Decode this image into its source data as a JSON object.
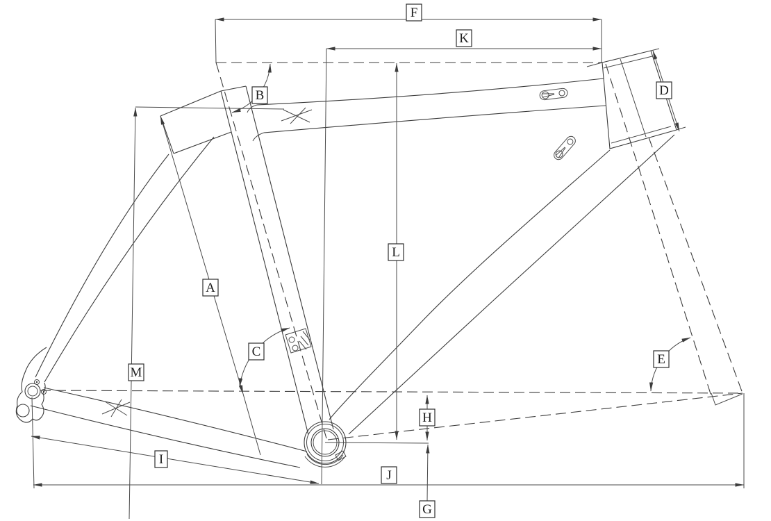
{
  "diagram": {
    "type": "bicycle-frame-geometry-diagram",
    "background_color": "#ffffff",
    "line_color": "#3c3c3c"
  },
  "labels": [
    {
      "id": "A",
      "text": "A"
    },
    {
      "id": "B",
      "text": "B"
    },
    {
      "id": "C",
      "text": "C"
    },
    {
      "id": "D",
      "text": "D"
    },
    {
      "id": "E",
      "text": "E"
    },
    {
      "id": "F",
      "text": "F"
    },
    {
      "id": "G",
      "text": "G"
    },
    {
      "id": "H",
      "text": "H"
    },
    {
      "id": "I",
      "text": "I"
    },
    {
      "id": "J",
      "text": "J"
    },
    {
      "id": "K",
      "text": "K"
    },
    {
      "id": "L",
      "text": "L"
    },
    {
      "id": "M",
      "text": "M"
    }
  ]
}
